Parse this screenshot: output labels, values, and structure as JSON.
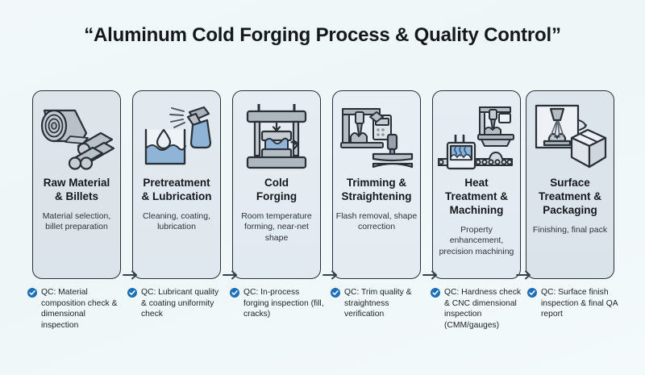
{
  "title": "“Aluminum Cold Forging Process & Quality Control”",
  "colors": {
    "background": "#f1f8fa",
    "card_fill": "#e2eaf0",
    "card_border": "#2a3038",
    "accent_blue": "#1f72b8",
    "metal_gray": "#9aa3ad",
    "liquid_blue": "#7fa8cf",
    "check_blue": "#1d6fb8",
    "text_dark": "#15181c"
  },
  "stages": [
    {
      "id": "raw-material-billets",
      "icon": "coil-and-billets-icon",
      "title": "Raw Material\n& Billets",
      "title_line1": "Raw Material",
      "title_line2": "& Billets",
      "description": "Material selection, billet preparation"
    },
    {
      "id": "pretreatment-lubrication",
      "icon": "spray-bottle-and-tank-icon",
      "title": "Pretreatment\n& Lubrication",
      "title_line1": "Pretreatment",
      "title_line2": "& Lubrication",
      "description": "Cleaning, coating, lubrication"
    },
    {
      "id": "cold-forging",
      "icon": "forging-press-icon",
      "title": "Cold\nForging",
      "title_line1": "Cold",
      "title_line2": "Forging",
      "description": "Room temperature forming, near-net shape"
    },
    {
      "id": "trimming-straightening",
      "icon": "trimming-machine-icon",
      "title": "Trimming &\nStraightening",
      "title_line1": "Trimming &",
      "title_line2": "Straightening",
      "description": "Flash removal, shape correction"
    },
    {
      "id": "heat-treatment-machining",
      "icon": "furnace-conveyor-cnc-icon",
      "title": "Heat\nTreatment &\nMachining",
      "title_line1": "Heat",
      "title_line2": "Treatment &",
      "title_line3": "Machining",
      "description": "Property enhancement, precision machining"
    },
    {
      "id": "surface-treatment-packaging",
      "icon": "spray-booth-and-box-icon",
      "title": "Surface\nTreatment &\nPackaging",
      "title_line1": "Surface",
      "title_line2": "Treatment &",
      "title_line3": "Packaging",
      "description": "Finishing, final pack"
    }
  ],
  "arrows": [
    {
      "id": "arrow-1-2",
      "symbol": "→"
    },
    {
      "id": "arrow-2-3",
      "symbol": "→"
    },
    {
      "id": "arrow-3-4",
      "symbol": "→"
    },
    {
      "id": "arrow-4-5",
      "symbol": "→"
    },
    {
      "id": "arrow-5-6",
      "symbol": "→"
    }
  ],
  "qc_notes": [
    {
      "id": "qc-raw-material",
      "icon": "check-circle-icon",
      "text": "QC: Material composition check & dimensional inspection"
    },
    {
      "id": "qc-pretreatment",
      "icon": "check-circle-icon",
      "text": "QC: Lubricant quality & coating uniformity check"
    },
    {
      "id": "qc-cold-forging",
      "icon": "check-circle-icon",
      "text": "QC: In-process forging inspection (fill, cracks)"
    },
    {
      "id": "qc-trimming",
      "icon": "check-circle-icon",
      "text": "QC: Trim quality & straightness verification"
    },
    {
      "id": "qc-heat-treat",
      "icon": "check-circle-icon",
      "text": "QC: Hardness check & CNC dimensional inspection (CMM/gauges)"
    },
    {
      "id": "qc-surface",
      "icon": "check-circle-icon",
      "text": "QC: Surface finish inspection & final QA report"
    }
  ]
}
